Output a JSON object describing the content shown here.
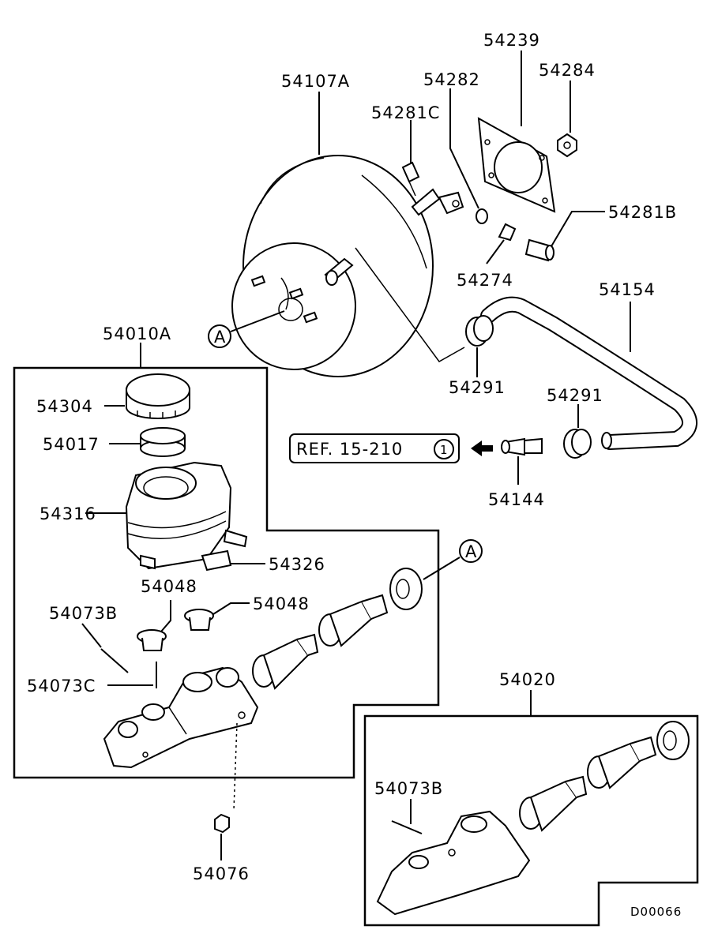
{
  "labels": {
    "booster": "54107A",
    "gasket": "54239",
    "nut_54284": "54284",
    "ring_54282": "54282",
    "pin_54281C": "54281C",
    "bolt_54281B": "54281B",
    "clip_54274": "54274",
    "hose": "54154",
    "clamp_upper": "54291",
    "clamp_lower": "54291",
    "fitting": "54144",
    "mc_assy": "54010A",
    "cap": "54304",
    "strainer": "54017",
    "reservoir": "54316",
    "grommet_a": "54048",
    "grommet_b": "54048",
    "pin_54073B": "54073B",
    "pin_54073C": "54073C",
    "connector_54326": "54326",
    "nut_54076": "54076",
    "kit": "54020",
    "kit_pin": "54073B",
    "ref": "REF. 15-210",
    "ref_circle": "1",
    "callout_a1": "A",
    "callout_a2": "A",
    "drawing_id": "D00066"
  },
  "icons": {
    "arrow": "left-arrow-icon"
  }
}
